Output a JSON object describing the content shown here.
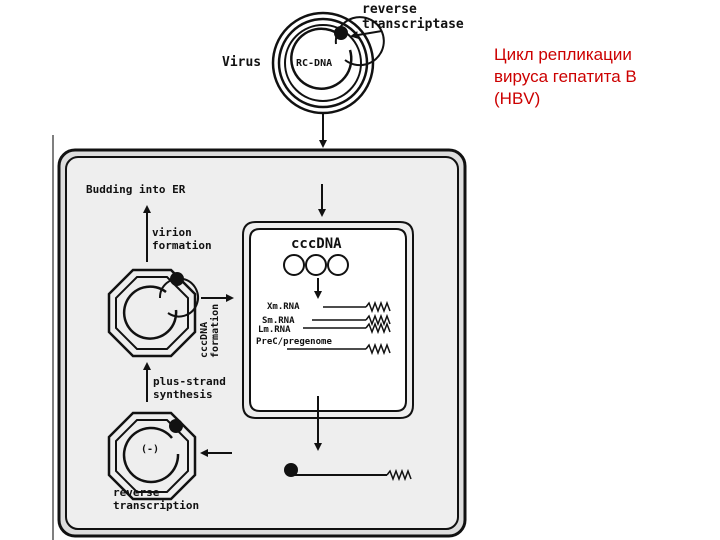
{
  "caption": {
    "line1": "Цикл репликации",
    "line2": "вируса гепатита B",
    "line3": "(HBV)"
  },
  "diagram": {
    "reverse_transcriptase_line1": "reverse",
    "reverse_transcriptase_line2": "transcriptase",
    "virus_label": "Virus",
    "rc_dna_label": "RC-DNA",
    "budding_label": "Budding into ER",
    "virion_formation_line1": "virion",
    "virion_formation_line2": "formation",
    "cccdna_formation_line1": "cccDNA",
    "cccdna_formation_line2": "formation",
    "plus_strand_line1": "plus-strand",
    "plus_strand_line2": "synthesis",
    "reverse_transcription_line1": "reverse",
    "reverse_transcription_line2": "transcription",
    "minus_strand_label": "(-)",
    "nucleus_title": "cccDNA",
    "rna_labels": [
      "Xm.RNA",
      "Sm.RNA",
      "Lm.RNA",
      "PreC/pregenome"
    ]
  },
  "colors": {
    "caption": "#cc0000",
    "line": "#111111",
    "cell_fill": "#eeeeee"
  }
}
